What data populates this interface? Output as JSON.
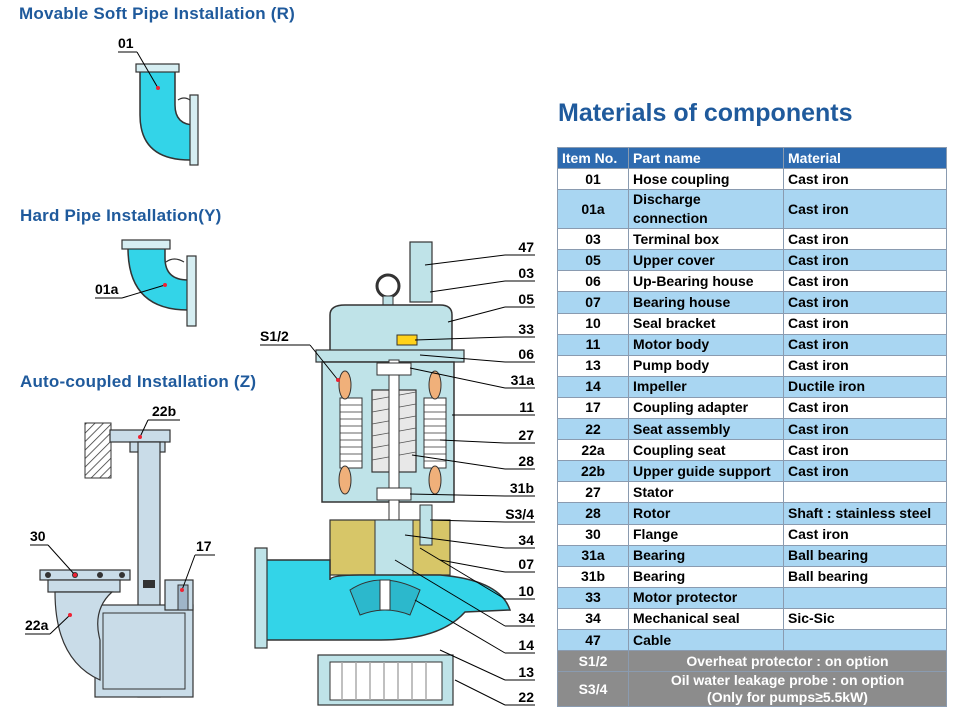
{
  "headings": {
    "soft_pipe": "Movable Soft Pipe Installation (R)",
    "hard_pipe": "Hard Pipe  Installation(Y)",
    "auto_coupled": "Auto-coupled Installation (Z)"
  },
  "labels": {
    "soft_pipe_part": "01",
    "hard_pipe_part": "01a",
    "auto_22b": "22b",
    "auto_30": "30",
    "auto_17": "17",
    "auto_22a": "22a",
    "pump_s12": "S1/2",
    "pump_right": [
      "47",
      "03",
      "05",
      "33",
      "06",
      "31a",
      "11",
      "27",
      "28",
      "31b",
      "S3/4",
      "34",
      "07",
      "10",
      "34",
      "14",
      "13",
      "22"
    ]
  },
  "materials": {
    "title": "Materials of components",
    "headers": [
      "Item No.",
      "Part name",
      "Material"
    ],
    "rows": [
      [
        "01",
        "Hose coupling",
        "Cast iron"
      ],
      [
        "01a",
        "Discharge connection",
        "Cast iron"
      ],
      [
        "03",
        "Terminal box",
        "Cast iron"
      ],
      [
        "05",
        "Upper cover",
        "Cast iron"
      ],
      [
        "06",
        "Up-Bearing house",
        "Cast iron"
      ],
      [
        "07",
        "Bearing house",
        "Cast iron"
      ],
      [
        "10",
        "Seal bracket",
        "Cast iron"
      ],
      [
        "11",
        "Motor body",
        "Cast iron"
      ],
      [
        "13",
        "Pump body",
        "Cast iron"
      ],
      [
        "14",
        "Impeller",
        "Ductile iron"
      ],
      [
        "17",
        "Coupling adapter",
        "Cast iron"
      ],
      [
        "22",
        "Seat assembly",
        "Cast iron"
      ],
      [
        "22a",
        "Coupling seat",
        "Cast iron"
      ],
      [
        "22b",
        "Upper guide support",
        "Cast iron"
      ],
      [
        "27",
        "Stator",
        ""
      ],
      [
        "28",
        "Rotor",
        "Shaft : stainless steel"
      ],
      [
        "30",
        "Flange",
        "Cast iron"
      ],
      [
        "31a",
        "Bearing",
        "Ball bearing"
      ],
      [
        "31b",
        "Bearing",
        "Ball bearing"
      ],
      [
        "33",
        "Motor protector",
        ""
      ],
      [
        "34",
        "Mechanical seal",
        "Sic-Sic"
      ],
      [
        "47",
        "Cable",
        ""
      ]
    ],
    "notes": [
      [
        "S1/2",
        "Overheat protector : on option"
      ],
      [
        "S3/4",
        "Oil water leakage probe : on option\n(Only for pumps≥5.5kW)"
      ]
    ]
  },
  "colors": {
    "heading": "#1f5a9c",
    "water": "#33d4e8",
    "body": "#bfe3e8",
    "table_header": "#2e6bb0",
    "row_alt": "#a9d6f2",
    "note_row": "#8c8c8c"
  }
}
